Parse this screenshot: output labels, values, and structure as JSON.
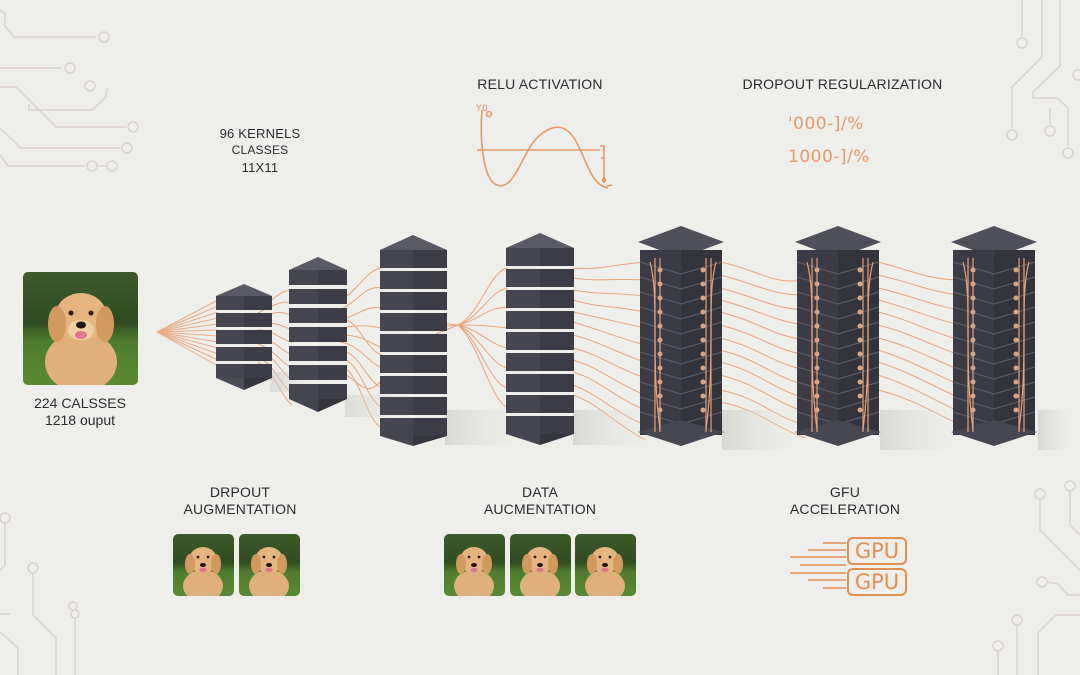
{
  "diagram": {
    "title_sections": {
      "kernels": {
        "lines": [
          "96 KERNELS",
          "CLASSES",
          "11X11"
        ]
      },
      "relu": {
        "title": "RELU ACTIVATION",
        "axis_label": "Y0"
      },
      "dropout_reg": {
        "title": "DROPOUT REGULARIZATION",
        "values": [
          "'000-]/%",
          "1000-]/%"
        ]
      }
    },
    "input": {
      "image": "golden-retriever-photo",
      "caption_lines": [
        "224 CALSSES",
        "1218 ouput"
      ]
    },
    "layers": [
      {
        "id": "conv1",
        "blocks": 5,
        "style": "plain"
      },
      {
        "id": "conv2",
        "blocks": 7,
        "style": "plain"
      },
      {
        "id": "conv3",
        "blocks": 9,
        "style": "plain"
      },
      {
        "id": "conv4",
        "blocks": 9,
        "style": "plain"
      },
      {
        "id": "fc1",
        "blocks": 12,
        "style": "wired"
      },
      {
        "id": "fc2",
        "blocks": 12,
        "style": "wired"
      },
      {
        "id": "fc3",
        "blocks": 12,
        "style": "wired"
      }
    ],
    "bottom_sections": {
      "dropout_aug": {
        "lines": [
          "DRPOUT",
          "AUGMENTATION"
        ],
        "thumbnails": 2
      },
      "data_aug": {
        "lines": [
          "DATA",
          "AUCMENTATION"
        ],
        "thumbnails": 3
      },
      "gpu": {
        "lines": [
          "GFU",
          "ACCELERATION"
        ],
        "boxes": [
          "GPU",
          "GPU"
        ]
      }
    },
    "colors": {
      "background": "#eeeeeb",
      "accent_orange": "#e38f52",
      "block_dark": "#45454f",
      "block_top": "#55555f",
      "circuit_lines": "#dcd3cc",
      "text": "#2b2b30"
    }
  }
}
